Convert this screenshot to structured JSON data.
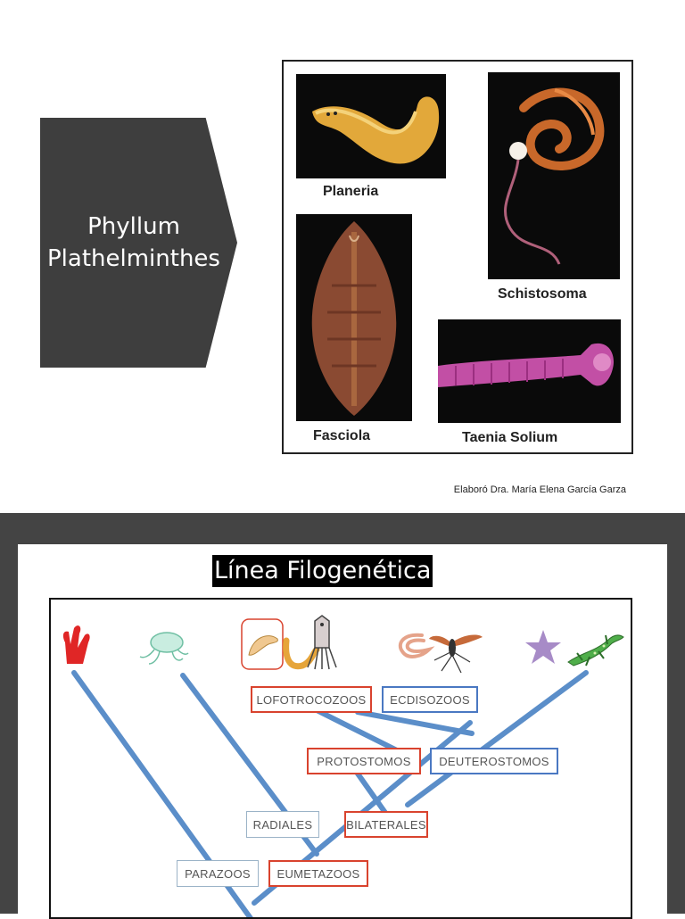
{
  "slide1": {
    "heading_line1": "Phyllum",
    "heading_line2": "Plathelminthes",
    "photos": [
      {
        "label": "Planeria"
      },
      {
        "label": "Schistosoma"
      },
      {
        "label": "Fasciola"
      },
      {
        "label": "Taenia Solium"
      }
    ],
    "credit": "Elaboró Dra. María Elena García Garza"
  },
  "slide2": {
    "title": "Línea Filogenética",
    "clades": {
      "lofotrocozoos": "LOFOTROCOZOOS",
      "ecdisozoos": "ECDISOZOOS",
      "protostomos": "PROTOSTOMOS",
      "deuterostomos": "DEUTEROSTOMOS",
      "radiales": "RADIALES",
      "bilaterales": "BILATERALES",
      "parazoos": "PARAZOOS",
      "eumetazoos": "EUMETAZOOS"
    },
    "colors": {
      "branch": "#5b8ec9",
      "red_box": "#d9432e",
      "blue_box": "#4a78c2",
      "light_box": "#9bb3c7"
    },
    "icons": [
      "sponge-icon",
      "jellyfish-icon",
      "flatworm-icon",
      "worm-icon",
      "squid-icon",
      "nematode-icon",
      "mosquito-icon",
      "starfish-icon",
      "lizard-icon"
    ]
  }
}
